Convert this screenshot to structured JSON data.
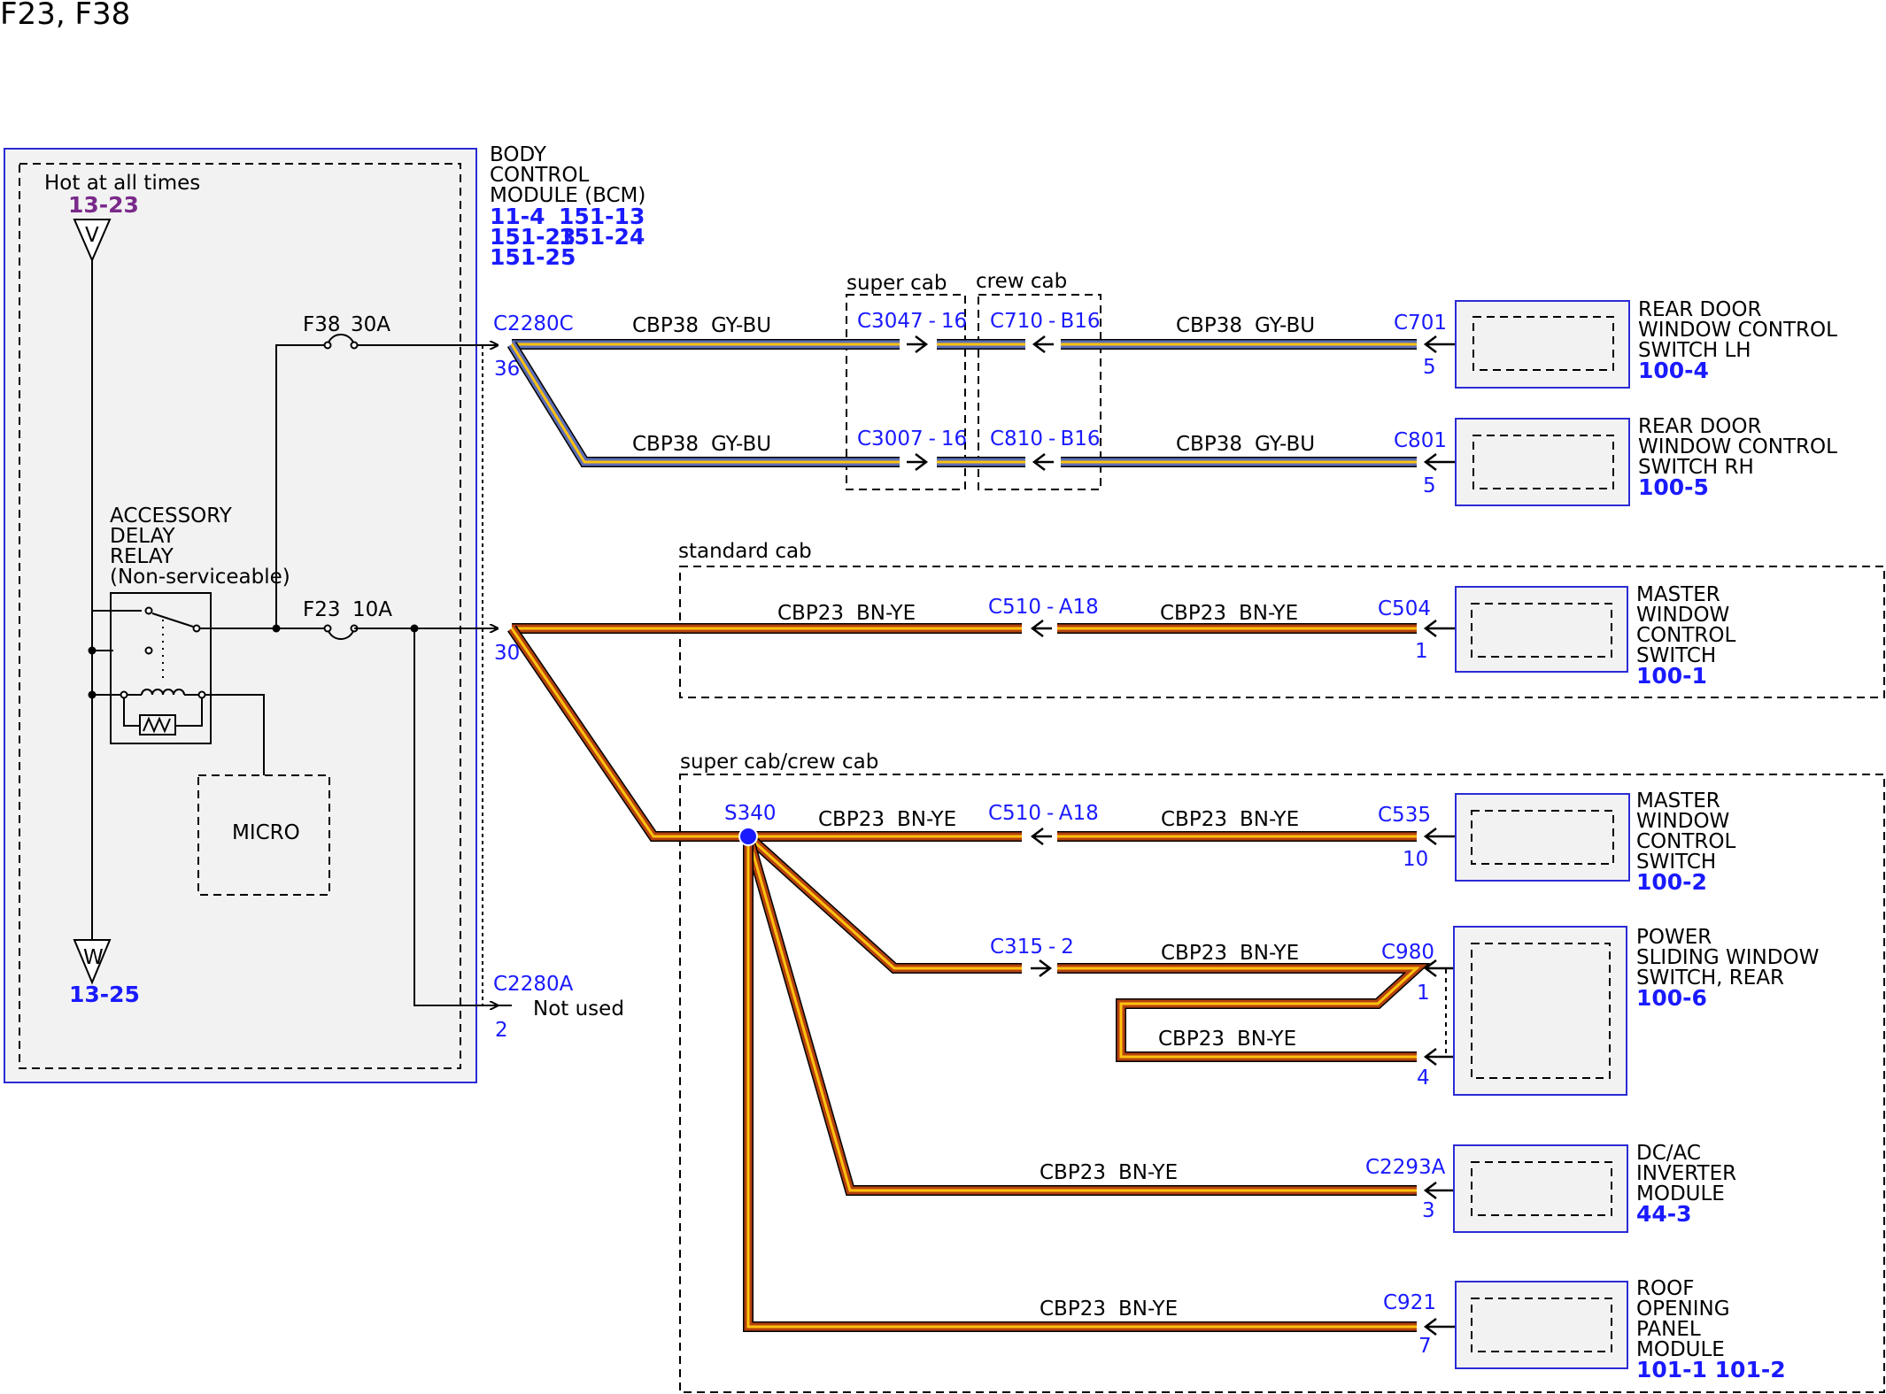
{
  "title": "F23, F38",
  "bcm": {
    "hot_label": "Hot at all times",
    "hot_ref": "13-23",
    "v_pin": "V",
    "w_pin": "W",
    "ground_ref": "13-25",
    "name_lines": [
      "BODY",
      "CONTROL",
      "MODULE (BCM)"
    ],
    "refs_row1_a": "11-4",
    "refs_row1_b": "151-13",
    "refs_row2_a": "151-23",
    "refs_row2_b": "151-24",
    "refs_row3": "151-25",
    "relay_lines": [
      "ACCESSORY",
      "DELAY",
      "RELAY",
      "(Non-serviceable)"
    ],
    "micro": "MICRO",
    "fuse_f38": "F38",
    "fuse_f38_rating": "30A",
    "fuse_f23": "F23",
    "fuse_f23_rating": "10A",
    "conn_c": "C2280C",
    "pin_36": "36",
    "pin_30": "30",
    "conn_a": "C2280A",
    "pin_2": "2",
    "not_used": "Not used"
  },
  "groups": {
    "super_cab": "super cab",
    "crew_cab": "crew cab",
    "standard_cab": "standard cab",
    "super_crew_cab": "super cab/crew cab"
  },
  "wires": {
    "cbp38": "CBP38",
    "gy_bu": "GY-BU",
    "cbp23": "CBP23",
    "bn_ye": "BN-YE"
  },
  "inline": {
    "c3047": "C3047",
    "c3047_pin": "16",
    "c710": "C710",
    "c710_pin": "B16",
    "c3007": "C3007",
    "c3007_pin": "16",
    "c810": "C810",
    "c810_pin": "B16",
    "c510": "C510",
    "c510_pin": "A18",
    "c315": "C315",
    "c315_pin": "2",
    "dash": "-"
  },
  "splice": "S340",
  "components": [
    {
      "conn": "C701",
      "pin": "5",
      "lines": [
        "REAR DOOR",
        "WINDOW CONTROL",
        "SWITCH LH"
      ],
      "ref": "100-4"
    },
    {
      "conn": "C801",
      "pin": "5",
      "lines": [
        "REAR DOOR",
        "WINDOW CONTROL",
        "SWITCH RH"
      ],
      "ref": "100-5"
    },
    {
      "conn": "C504",
      "pin": "1",
      "lines": [
        "MASTER",
        "WINDOW",
        "CONTROL",
        "SWITCH"
      ],
      "ref": "100-1"
    },
    {
      "conn": "C535",
      "pin": "10",
      "lines": [
        "MASTER",
        "WINDOW",
        "CONTROL",
        "SWITCH"
      ],
      "ref": "100-2"
    },
    {
      "conn": "C980",
      "pin": "1",
      "pin2": "4",
      "lines": [
        "POWER",
        "SLIDING WINDOW",
        "SWITCH, REAR"
      ],
      "ref": "100-6"
    },
    {
      "conn": "C2293A",
      "pin": "3",
      "lines": [
        "DC/AC",
        "INVERTER",
        "MODULE"
      ],
      "ref": "44-3"
    },
    {
      "conn": "C921",
      "pin": "7",
      "lines": [
        "ROOF",
        "OPENING",
        "PANEL",
        "MODULE"
      ],
      "ref": "101-1 101-2"
    }
  ],
  "colors": {
    "module_blue": "#2b2bd6",
    "label_blue": "#1a1aff",
    "wire_gy_bu": "#5e6fb8",
    "wire_bn_ye": "#b5420f",
    "wire_trace": "#ffc20e",
    "splice_dot": "#1a1aff",
    "ref_purple": "#7a2a8a"
  }
}
